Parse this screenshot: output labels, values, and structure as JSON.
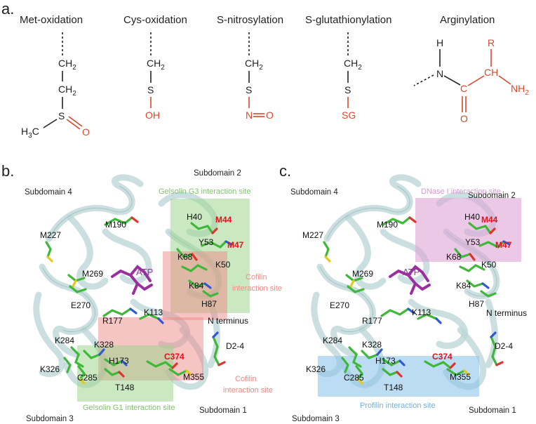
{
  "panel_a": {
    "label": "a.",
    "modifications": [
      {
        "title": "Met-oxidation"
      },
      {
        "title": "Cys-oxidation"
      },
      {
        "title": "S-nitrosylation"
      },
      {
        "title": "S-glutathionylation"
      },
      {
        "title": "Arginylation"
      }
    ],
    "chem": {
      "ch2": "CH",
      "ch2_sub": "2",
      "s": "S",
      "o": "O",
      "oh": "OH",
      "n": "N",
      "sg": "SG",
      "h3c": "H",
      "h3c_sub": "3",
      "h3c_c": "C",
      "h": "H",
      "r": "R",
      "ch": "CH",
      "c": "C",
      "nh2": "NH",
      "nh2_sub": "2"
    }
  },
  "panel_b": {
    "label": "b.",
    "subdomains": {
      "sd1": "Subdomain 1",
      "sd2": "Subdomain 2",
      "sd3": "Subdomain 3",
      "sd4": "Subdomain 4"
    },
    "sites": {
      "gelsolin_g3": "Gelsolin G3 interaction site",
      "gelsolin_g1": "Gelsolin G1 interaction site",
      "cofilin_top_1": "Cofilin",
      "cofilin_top_2": "interaction site",
      "cofilin_bottom_1": "Cofilin",
      "cofilin_bottom_2": "interaction site"
    },
    "atp": "ATP",
    "n_terminus": "N terminus",
    "residues": [
      "H40",
      "M44",
      "M47",
      "Y53",
      "K68",
      "K50",
      "K84",
      "H87",
      "M190",
      "M227",
      "M269",
      "E270",
      "R177",
      "K113",
      "K284",
      "K328",
      "H173",
      "C374",
      "K326",
      "C285",
      "T148",
      "M355",
      "D2-4"
    ],
    "red_residues": [
      "M44",
      "M47",
      "C374"
    ]
  },
  "panel_c": {
    "label": "c.",
    "subdomains": {
      "sd1": "Subdomain 1",
      "sd2": "Subdomain 2",
      "sd3": "Subdomain 3",
      "sd4": "Subdomain 4"
    },
    "sites": {
      "dnase": "DNase I interaction site",
      "profilin": "Profilin interaction site"
    },
    "atp": "ATP",
    "n_terminus": "N terminus",
    "residues": [
      "H40",
      "M44",
      "M47",
      "Y53",
      "K68",
      "K50",
      "K84",
      "H87",
      "M190",
      "M227",
      "M269",
      "E270",
      "R177",
      "K113",
      "K284",
      "K328",
      "H173",
      "C374",
      "K326",
      "C285",
      "T148",
      "M355",
      "D2-4"
    ],
    "red_residues": [
      "M44",
      "M47",
      "C374"
    ]
  },
  "colors": {
    "green_box": "#9ed58e",
    "red_box": "#f08a8a",
    "pink_box": "#dea3d6",
    "blue_box": "#8ec4ea",
    "site_green_text": "#7fc46b",
    "site_red_text": "#ef8b84",
    "site_pink_text": "#d49bd3",
    "site_blue_text": "#6fb2e0",
    "atp_purple": "#9b2fa0",
    "residue_red": "#e0131a"
  }
}
